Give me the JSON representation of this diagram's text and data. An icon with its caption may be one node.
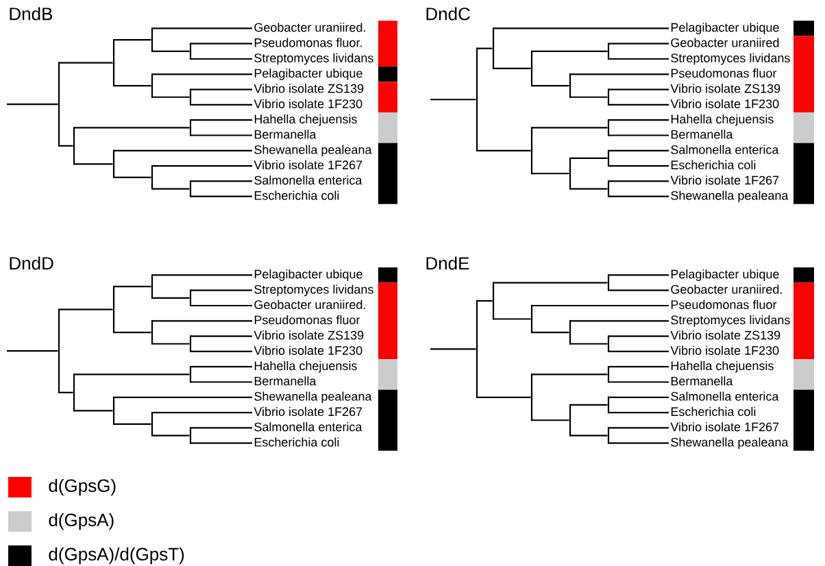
{
  "diagram": {
    "nodes": [
      {
        "text": [],
        "shape": "line"
      },
      {
        "text": [],
        "shape": "line"
      },
      {
        "text": [],
        "shape": "line"
      },
      {
        "text": [
          "Geobacter uraniired."
        ]
      },
      {
        "text": [],
        "shape": "line"
      },
      {
        "text": [
          "Pseudomonas fluor."
        ]
      },
      {
        "text": [
          "Streptomyces lividans"
        ]
      },
      {
        "text": [],
        "shape": "line"
      },
      {
        "text": [
          "Pelagibacter ubique"
        ]
      },
      {
        "text": [],
        "shape": "line"
      },
      {
        "text": [
          "Vibrio isolate ZS139"
        ]
      },
      {
        "text": [
          "Vibrio isolate 1F230"
        ]
      },
      {
        "text": [],
        "shape": "line"
      },
      {
        "text": [],
        "shape": "line"
      },
      {
        "text": [
          "Hahella chejuensis"
        ]
      },
      {
        "text": [
          "Bermanella"
        ]
      },
      {
        "text": [],
        "shape": "line"
      },
      {
        "text": [
          "Shewanella pealeana"
        ]
      },
      {
        "text": [],
        "shape": "line"
      },
      {
        "text": [
          "Vibrio isolate 1F267"
        ]
      },
      {
        "text": [],
        "shape": "line"
      },
      {
        "text": [
          "Salmonella enterica"
        ]
      },
      {
        "text": [
          "Escherichia coli"
        ]
      },
      {
        "text": [],
        "shape": "line"
      },
      {
        "text": [],
        "shape": "line"
      },
      {
        "text": [
          "Pelagibacter ubique"
        ]
      },
      {
        "text": [],
        "shape": "line"
      },
      {
        "text": [],
        "shape": "line"
      },
      {
        "text": [
          "Geobacter uraniired"
        ]
      },
      {
        "text": [
          "Streptomyces lividans"
        ]
      },
      {
        "text": [],
        "shape": "line"
      },
      {
        "text": [
          "Pseudomonas fluor"
        ]
      },
      {
        "text": [],
        "shape": "line"
      },
      {
        "text": [
          "Vibrio isolate ZS139"
        ]
      },
      {
        "text": [
          "Vibrio isolate 1F230"
        ]
      },
      {
        "text": [],
        "shape": "line"
      },
      {
        "text": [],
        "shape": "line"
      },
      {
        "text": [
          "Hahella chejuensis"
        ]
      },
      {
        "text": [
          "Bermanella"
        ]
      },
      {
        "text": [],
        "shape": "line"
      },
      {
        "text": [],
        "shape": "line"
      },
      {
        "text": [
          "Salmonella enterica"
        ]
      },
      {
        "text": [
          "Escherichia coli"
        ]
      },
      {
        "text": [],
        "shape": "line"
      },
      {
        "text": [
          "Vibrio isolate 1F267"
        ]
      },
      {
        "text": [
          "Shewanella pealeana"
        ]
      },
      {
        "text": [],
        "shape": "line"
      },
      {
        "text": [],
        "shape": "line"
      },
      {
        "text": [],
        "shape": "line"
      },
      {
        "text": [
          "Pelagibacter ubique"
        ]
      },
      {
        "text": [],
        "shape": "line"
      },
      {
        "text": [
          "Streptomyces lividans"
        ]
      },
      {
        "text": [
          "Geobacter uraniired."
        ]
      },
      {
        "text": [],
        "shape": "line"
      },
      {
        "text": [
          "Pseudomonas fluor"
        ]
      },
      {
        "text": [],
        "shape": "line"
      },
      {
        "text": [
          "Vibrio isolate ZS139"
        ]
      },
      {
        "text": [
          "Vibrio isolate 1F230"
        ]
      },
      {
        "text": [],
        "shape": "line"
      },
      {
        "text": [],
        "shape": "line"
      },
      {
        "text": [
          "Hahella chejuensis"
        ]
      },
      {
        "text": [
          "Bermanella"
        ]
      },
      {
        "text": [],
        "shape": "line"
      },
      {
        "text": [
          "Shewanella pealeana"
        ]
      },
      {
        "text": [],
        "shape": "line"
      },
      {
        "text": [
          "Vibrio isolate 1F267"
        ]
      },
      {
        "text": [],
        "shape": "line"
      },
      {
        "text": [
          "Salmonella enterica"
        ]
      },
      {
        "text": [
          "Escherichia coli"
        ]
      },
      {
        "text": [],
        "shape": "line"
      },
      {
        "text": [],
        "shape": "line"
      },
      {
        "text": [],
        "shape": "line"
      },
      {
        "text": [
          "Pelagibacter ubique"
        ]
      },
      {
        "text": [
          "Geobacter uraniired."
        ]
      },
      {
        "text": [],
        "shape": "line"
      },
      {
        "text": [
          "Pseudomonas fluor"
        ]
      },
      {
        "text": [],
        "shape": "line"
      },
      {
        "text": [
          "Streptomyces lividans"
        ]
      },
      {
        "text": [],
        "shape": "line"
      },
      {
        "text": [
          "Vibrio isolate ZS139"
        ]
      },
      {
        "text": [
          "Vibrio isolate 1F230"
        ]
      },
      {
        "text": [],
        "shape": "line"
      },
      {
        "text": [],
        "shape": "line"
      },
      {
        "text": [
          "Hahella chejuensis"
        ]
      },
      {
        "text": [
          "Bermanella"
        ]
      },
      {
        "text": [],
        "shape": "line"
      },
      {
        "text": [],
        "shape": "line"
      },
      {
        "text": [
          "Salmonella enterica"
        ]
      },
      {
        "text": [
          "Escherichia coli"
        ]
      },
      {
        "text": [],
        "shape": "line"
      },
      {
        "text": [
          "Vibrio isolate 1F267"
        ]
      },
      {
        "text": [
          "Shewanella pealeana"
        ]
      }
    ],
    "edges": [
      {
        "from": null,
        "to": 0,
        "arrow": "none"
      },
      {
        "from": 0,
        "to": 1,
        "arrow": "none"
      },
      {
        "from": 0,
        "to": 12,
        "arrow": "none"
      },
      {
        "from": 1,
        "to": 2,
        "arrow": "none"
      },
      {
        "from": 1,
        "to": 7,
        "arrow": "none"
      },
      {
        "from": 2,
        "to": 3,
        "arrow": "none"
      },
      {
        "from": 2,
        "to": 4,
        "arrow": "none"
      },
      {
        "from": 4,
        "to": 5,
        "arrow": "none"
      },
      {
        "from": 4,
        "to": 6,
        "arrow": "none"
      },
      {
        "from": 7,
        "to": 8,
        "arrow": "none"
      },
      {
        "from": 7,
        "to": 9,
        "arrow": "none"
      },
      {
        "from": 9,
        "to": 10,
        "arrow": "none"
      },
      {
        "from": 9,
        "to": 11,
        "arrow": "none"
      },
      {
        "from": 12,
        "to": 13,
        "arrow": "none"
      },
      {
        "from": 12,
        "to": 16,
        "arrow": "none"
      },
      {
        "from": 13,
        "to": 14,
        "arrow": "none"
      },
      {
        "from": 13,
        "to": 15,
        "arrow": "none"
      },
      {
        "from": 16,
        "to": 17,
        "arrow": "none"
      },
      {
        "from": 16,
        "to": 18,
        "arrow": "none"
      },
      {
        "from": 18,
        "to": 19,
        "arrow": "none"
      },
      {
        "from": 18,
        "to": 20,
        "arrow": "none"
      },
      {
        "from": 20,
        "to": 21,
        "arrow": "none"
      },
      {
        "from": 20,
        "to": 22,
        "arrow": "none"
      },
      {
        "from": null,
        "to": 23,
        "arrow": "none"
      },
      {
        "from": 23,
        "to": 24,
        "arrow": "none"
      },
      {
        "from": 23,
        "to": 35,
        "arrow": "none"
      },
      {
        "from": 24,
        "to": 25,
        "arrow": "none"
      },
      {
        "from": 24,
        "to": 26,
        "arrow": "none"
      },
      {
        "from": 26,
        "to": 27,
        "arrow": "none"
      },
      {
        "from": 26,
        "to": 30,
        "arrow": "none"
      },
      {
        "from": 27,
        "to": 28,
        "arrow": "none"
      },
      {
        "from": 27,
        "to": 29,
        "arrow": "none"
      },
      {
        "from": 30,
        "to": 31,
        "arrow": "none"
      },
      {
        "from": 30,
        "to": 32,
        "arrow": "none"
      },
      {
        "from": 32,
        "to": 33,
        "arrow": "none"
      },
      {
        "from": 32,
        "to": 34,
        "arrow": "none"
      },
      {
        "from": 35,
        "to": 36,
        "arrow": "none"
      },
      {
        "from": 35,
        "to": 39,
        "arrow": "none"
      },
      {
        "from": 36,
        "to": 37,
        "arrow": "none"
      },
      {
        "from": 36,
        "to": 38,
        "arrow": "none"
      },
      {
        "from": 39,
        "to": 40,
        "arrow": "none"
      },
      {
        "from": 39,
        "to": 43,
        "arrow": "none"
      },
      {
        "from": 40,
        "to": 41,
        "arrow": "none"
      },
      {
        "from": 40,
        "to": 42,
        "arrow": "none"
      },
      {
        "from": 43,
        "to": 44,
        "arrow": "none"
      },
      {
        "from": 43,
        "to": 45,
        "arrow": "none"
      },
      {
        "from": null,
        "to": 46,
        "arrow": "none"
      },
      {
        "from": 46,
        "to": 47,
        "arrow": "none"
      },
      {
        "from": 46,
        "to": 58,
        "arrow": "none"
      },
      {
        "from": 47,
        "to": 48,
        "arrow": "none"
      },
      {
        "from": 47,
        "to": 53,
        "arrow": "none"
      },
      {
        "from": 48,
        "to": 49,
        "arrow": "none"
      },
      {
        "from": 48,
        "to": 50,
        "arrow": "none"
      },
      {
        "from": 50,
        "to": 51,
        "arrow": "none"
      },
      {
        "from": 50,
        "to": 52,
        "arrow": "none"
      },
      {
        "from": 53,
        "to": 54,
        "arrow": "none"
      },
      {
        "from": 53,
        "to": 55,
        "arrow": "none"
      },
      {
        "from": 55,
        "to": 56,
        "arrow": "none"
      },
      {
        "from": 55,
        "to": 57,
        "arrow": "none"
      },
      {
        "from": 58,
        "to": 59,
        "arrow": "none"
      },
      {
        "from": 58,
        "to": 62,
        "arrow": "none"
      },
      {
        "from": 59,
        "to": 60,
        "arrow": "none"
      },
      {
        "from": 59,
        "to": 61,
        "arrow": "none"
      },
      {
        "from": 62,
        "to": 63,
        "arrow": "none"
      },
      {
        "from": 62,
        "to": 64,
        "arrow": "none"
      },
      {
        "from": 64,
        "to": 65,
        "arrow": "none"
      },
      {
        "from": 64,
        "to": 66,
        "arrow": "none"
      },
      {
        "from": 66,
        "to": 67,
        "arrow": "none"
      },
      {
        "from": 66,
        "to": 68,
        "arrow": "none"
      },
      {
        "from": null,
        "to": 69,
        "arrow": "none"
      },
      {
        "from": 69,
        "to": 70,
        "arrow": "none"
      },
      {
        "from": 69,
        "to": 81,
        "arrow": "none"
      },
      {
        "from": 70,
        "to": 71,
        "arrow": "none"
      },
      {
        "from": 70,
        "to": 74,
        "arrow": "none"
      },
      {
        "from": 71,
        "to": 72,
        "arrow": "none"
      },
      {
        "from": 71,
        "to": 73,
        "arrow": "none"
      },
      {
        "from": 74,
        "to": 75,
        "arrow": "none"
      },
      {
        "from": 74,
        "to": 76,
        "arrow": "none"
      },
      {
        "from": 76,
        "to": 77,
        "arrow": "none"
      },
      {
        "from": 76,
        "to": 78,
        "arrow": "none"
      },
      {
        "from": 78,
        "to": 79,
        "arrow": "none"
      },
      {
        "from": 78,
        "to": 80,
        "arrow": "none"
      },
      {
        "from": 81,
        "to": 82,
        "arrow": "none"
      },
      {
        "from": 81,
        "to": 85,
        "arrow": "none"
      },
      {
        "from": 82,
        "to": 83,
        "arrow": "none"
      },
      {
        "from": 82,
        "to": 84,
        "arrow": "none"
      },
      {
        "from": 85,
        "to": 86,
        "arrow": "none"
      },
      {
        "from": 85,
        "to": 89,
        "arrow": "none"
      },
      {
        "from": 86,
        "to": 87,
        "arrow": "none"
      },
      {
        "from": 86,
        "to": 88,
        "arrow": "none"
      },
      {
        "from": 89,
        "to": 90,
        "arrow": "none"
      },
      {
        "from": 89,
        "to": 91,
        "arrow": "none"
      }
    ],
    "labels": [
      "DndB",
      "DndC",
      "DndD",
      "DndE"
    ],
    "legend": [
      {
        "text": "d(GpsG)",
        "color": "#ff0000"
      },
      {
        "text": "d(GpsA)",
        "color": "#cccccc"
      },
      {
        "text": "d(GpsA)/d(GpsT)",
        "color": "#000000"
      }
    ]
  }
}
